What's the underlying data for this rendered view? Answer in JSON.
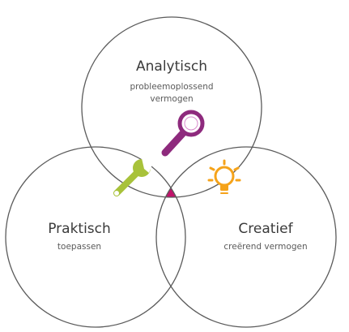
{
  "diagram": {
    "analytisch": {
      "title": "Analytisch",
      "subtitle_line1": "probleemoplossend",
      "subtitle_line2": "vermogen",
      "icon": "magnifier-icon"
    },
    "praktisch": {
      "title": "Praktisch",
      "subtitle_line1": "toepassen",
      "icon": "wrench-icon"
    },
    "creatief": {
      "title": "Creatief",
      "subtitle_line1": "creërend vermogen",
      "icon": "lightbulb-icon"
    }
  },
  "colors": {
    "outline": "#5b5b5b",
    "intersection": "#c0126a",
    "magnifier": "#8e2a7d",
    "wrench": "#a8c23a",
    "lightbulb": "#f5a31a"
  }
}
